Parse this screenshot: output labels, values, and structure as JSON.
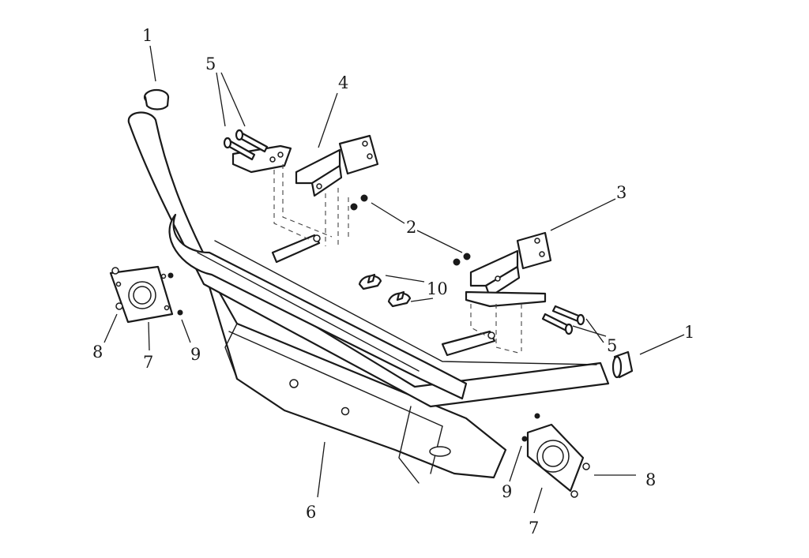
{
  "callouts": {
    "end_cap_top": "1",
    "end_cap_right": "1",
    "nut_group": "2",
    "bracket_right": "3",
    "bracket_left": "4",
    "bolts_top_left": "5",
    "bolts_right": "5",
    "bumper_frame": "6",
    "light_plate_left": "7",
    "light_plate_right": "7",
    "screw_left": "8",
    "screw_right": "8",
    "nut_left": "9",
    "nut_right": "9",
    "clip_pair": "10"
  }
}
